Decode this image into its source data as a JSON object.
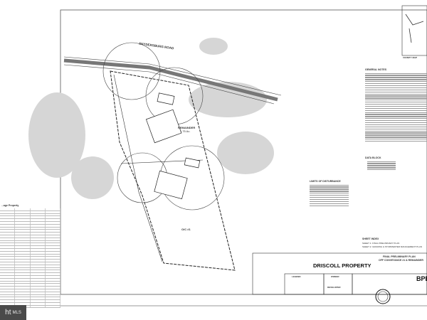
{
  "plan": {
    "road_name": "SNYDERSBURG ROAD",
    "remainder_label": "REMAINDER",
    "remainder_area": "1.75 Ac.",
    "lot_label": "O/C #1",
    "table_title": "...age Property"
  },
  "notes": {
    "general_notes_title": "GENERAL NOTES",
    "data_block_title": "DATA BLOCK",
    "limits_title": "LIMITS OF DISTURBANCE",
    "vicinity_title": "VICINITY MAP"
  },
  "sheet_index": {
    "title": "SHEET INDEX",
    "items": [
      "SHEET 1: FINAL PRELIMINARY PLAN",
      "SHEET 2: GRADING & STORMWATER MANAGEMENT PLAN"
    ]
  },
  "title_block": {
    "line1": "FINAL PRELIMINARY PLAN",
    "line2": "OFF CONVEYANCE #1 & REMAINDER",
    "project": "DRISCOLL PROPERTY",
    "legend": "LEGEND",
    "owner": "OWNER",
    "developer": "DEVELOPER",
    "firm": "BPE"
  },
  "watermark": {
    "brand": "ht",
    "suffix": "MLS"
  }
}
